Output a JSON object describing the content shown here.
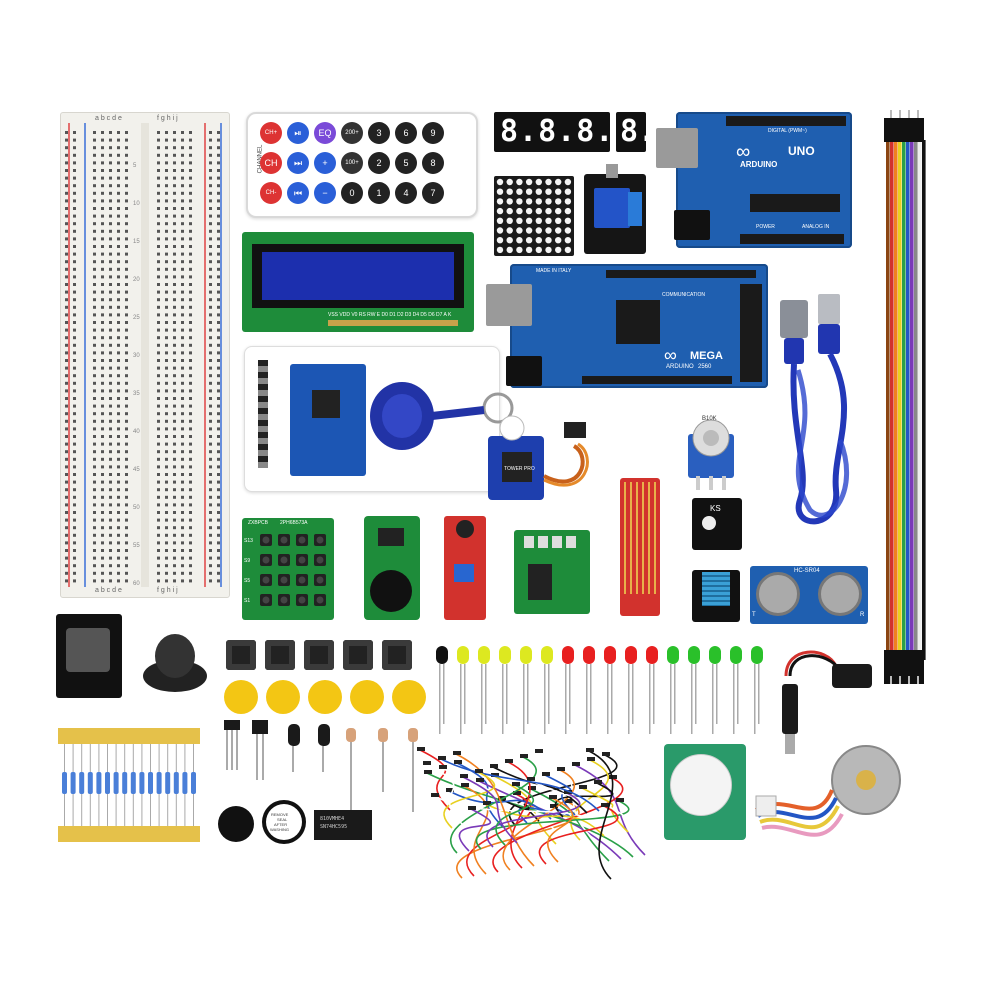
{
  "breadboard": {
    "col_letters_top_left": "a b c d e",
    "col_letters_top_right": "f g h i j",
    "row_numbers": [
      "5",
      "10",
      "15",
      "20",
      "25",
      "30",
      "35",
      "40",
      "45",
      "50",
      "55",
      "60"
    ],
    "col_letters_bottom_left": "a b c d e",
    "col_letters_bottom_right": "f g h i j"
  },
  "remote": {
    "buttons": [
      "CH-",
      "⏮",
      "EQ",
      "3",
      "6",
      "9",
      "CH",
      "⏭",
      "100+",
      "2",
      "5",
      "8",
      "CH+",
      "⏯",
      "−",
      "0",
      "1",
      "4",
      "7"
    ],
    "rows": [
      [
        "CH+",
        "⏯",
        "EQ",
        "200+",
        "3",
        "6",
        "9"
      ],
      [
        "CH",
        "⏭",
        "+",
        "100+",
        "2",
        "5",
        "8"
      ],
      [
        "CH-",
        "⏮",
        "−",
        "0",
        "1",
        "4",
        "7"
      ]
    ],
    "side_text": "CHANNEL"
  },
  "seven_segment": {
    "digits": "8.8.8.8.",
    "single": "8."
  },
  "lcd": {
    "pin_label": "VSS VDD V0 RS RW E D0 D1 D2 D3 D4 D5 D6 D7 A K"
  },
  "uno": {
    "brand": "ARDUINO",
    "model": "UNO",
    "label_digital": "DIGITAL (PWM~)",
    "label_power": "POWER",
    "label_analog": "ANALOG IN"
  },
  "mega": {
    "brand": "ARDUINO",
    "model": "MEGA",
    "sub": "2560",
    "made_in": "MADE IN ITALY",
    "comm": "COMMUNICATION"
  },
  "servo": {
    "label": "TOWER PRO"
  },
  "pot": {
    "label": "B10K"
  },
  "keypad": {
    "label": "2PH6B573A",
    "brand": "ZXBPCB",
    "left_labels": [
      "S13",
      "S9",
      "S5",
      "S1"
    ]
  },
  "ks_module": {
    "label": "KS"
  },
  "ultrasonic": {
    "label": "HC-SR04",
    "t": "T",
    "r": "R"
  },
  "ic_chip": {
    "line1": "810VMHE4",
    "line2": "SN74HC595"
  },
  "buzzer_label": {
    "lines": [
      "REMOVE",
      "SEAL",
      "AFTER",
      "WASHING"
    ]
  },
  "colors": {
    "pcb_blue": "#1f5fb0",
    "pcb_green": "#1e8c3a",
    "pcb_red": "#d2322d",
    "breadboard": "#f2f1ec",
    "lcd_screen": "#1c2fae",
    "rfid_blue": "#1c56b4"
  },
  "icons": [
    "remote-control",
    "breadboard",
    "lcd-module",
    "rfid-card",
    "arduino-uno",
    "arduino-mega",
    "usb-cable",
    "ribbon-wires",
    "servo-motor",
    "potentiometer",
    "joystick",
    "leds",
    "resistors",
    "jumper-wires",
    "stepper-motor",
    "battery-clip",
    "pir-sensor",
    "ultrasonic-sensor",
    "dht11-sensor",
    "water-sensor",
    "sound-sensor",
    "relay-module",
    "dot-matrix",
    "seven-segment"
  ]
}
